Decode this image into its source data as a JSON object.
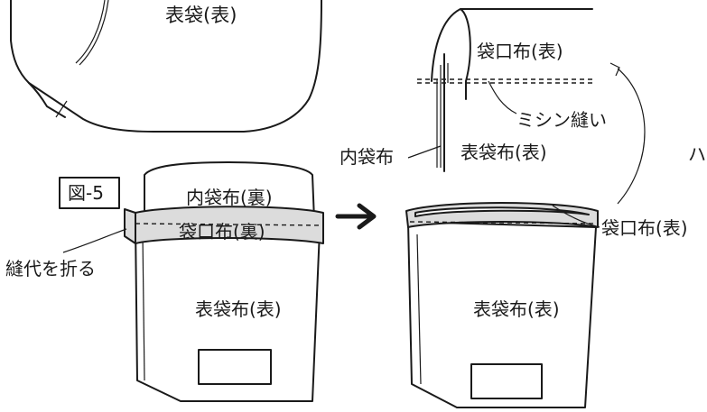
{
  "labels": {
    "top_outer_bag": "表袋(表)",
    "mouth_cloth_front": "袋口布(表)",
    "sewing_machine": "ミシン縫い",
    "inner_bag_cloth": "内袋布",
    "outer_bag_cloth_front_top": "表袋布(表)",
    "figure_label": "図-5",
    "inner_bag_back": "内袋布(裏)",
    "mouth_cloth_back": "袋口布(裏)",
    "fold_seam_allowance": "縫代を折る",
    "outer_bag_cloth_front_left": "表袋布(表)",
    "mouth_cloth_front_right": "袋口布(表)",
    "outer_bag_cloth_front_right": "表袋布(表)",
    "edge_glyph": "ハ"
  },
  "icons": {
    "arrow": "right-arrow-icon"
  }
}
